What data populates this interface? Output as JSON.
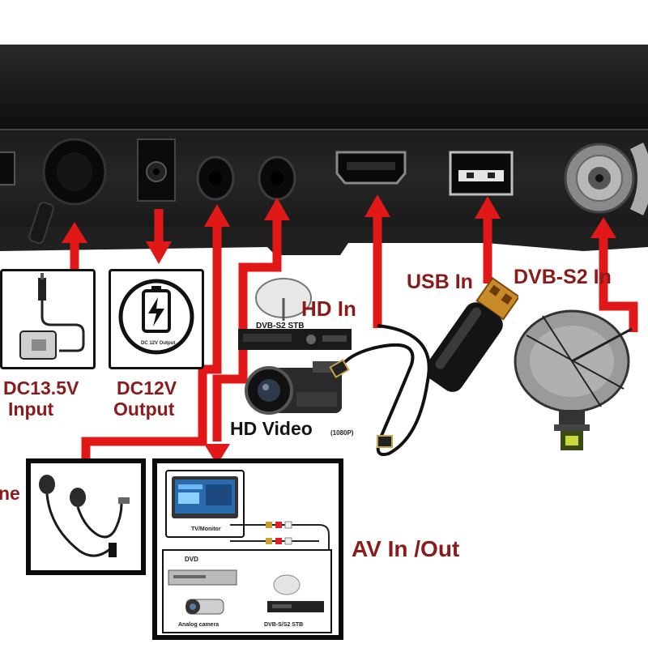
{
  "ports": {
    "dc_input": "DC13.5V",
    "dc_input_sub": "Input",
    "dc_output": "DC12V",
    "dc_output_sub": "Output",
    "dc_output_icon_text": "DC 12V Output",
    "hd_in": "HD In",
    "usb_in": "USB In",
    "dvb_in": "DVB-S2 In",
    "headphone_partial": "ne",
    "av_in_out": "AV In /Out"
  },
  "devices": {
    "dvb_stb": "DVB-S2 STB",
    "hd_video": "HD Video",
    "hd_video_res": "(1080P)",
    "tv_monitor": "TV/Monitor",
    "dvd": "DVD",
    "analog_camera": "Analog camera",
    "dvb_stb_small": "DVB-S/S2 STB"
  },
  "colors": {
    "arrow_red": "#e01818",
    "label_dark_red": "#8b1a1a",
    "panel_black": "#161616"
  }
}
